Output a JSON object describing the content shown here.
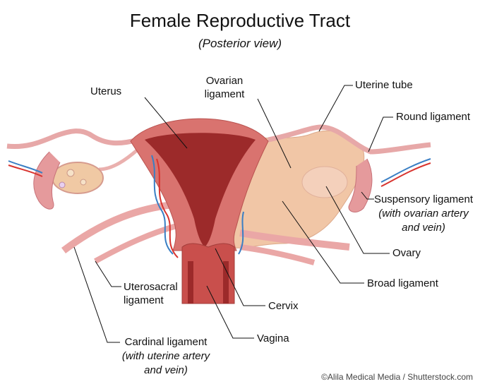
{
  "title": "Female Reproductive Tract",
  "subtitle": "(Posterior view)",
  "labels": {
    "uterus": "Uterus",
    "ovarian_ligament_1": "Ovarian",
    "ovarian_ligament_2": "ligament",
    "uterine_tube": "Uterine tube",
    "round_ligament": "Round ligament",
    "suspensory_1": "Suspensory ligament",
    "suspensory_2": "(with ovarian artery",
    "suspensory_3": "and vein)",
    "ovary": "Ovary",
    "broad_ligament": "Broad ligament",
    "cervix": "Cervix",
    "vagina": "Vagina",
    "uterosacral_1": "Uterosacral",
    "uterosacral_2": "ligament",
    "cardinal_1": "Cardinal ligament",
    "cardinal_2": "(with  uterine artery",
    "cardinal_3": "and vein)"
  },
  "credit": "©Alila Medical Media / Shutterstock.com",
  "colors": {
    "uterus_outer": "#d9736f",
    "uterus_inner": "#9c2a2a",
    "broad_ligament": "#f0c4a4",
    "tube": "#eaa9a8",
    "vessel_blue": "#3a7fc4",
    "vessel_red": "#d8342f"
  }
}
